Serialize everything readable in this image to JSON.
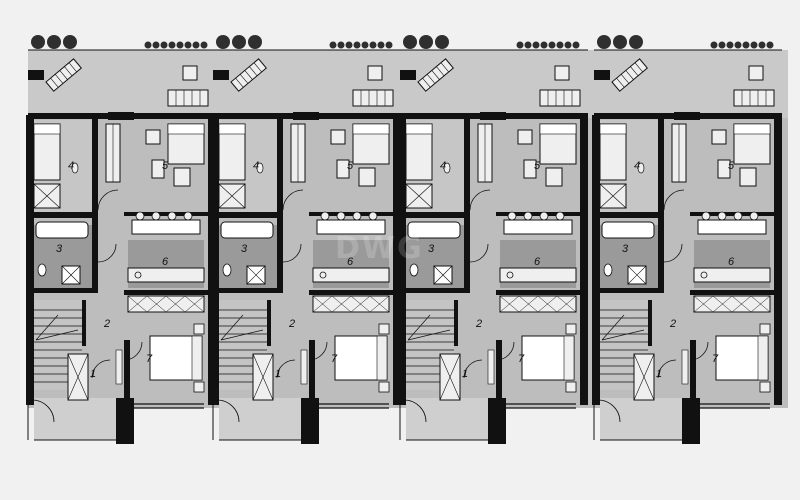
{
  "plan": {
    "units": [
      {
        "id": "unit-1",
        "rooms": {
          "r1": "1",
          "r2": "2",
          "r3": "3",
          "r4": "4",
          "r5": "5",
          "r6": "6",
          "r7": "7"
        }
      },
      {
        "id": "unit-2",
        "rooms": {
          "r1": "1",
          "r2": "2",
          "r3": "3",
          "r4": "4",
          "r5": "5",
          "r6": "6",
          "r7": "7"
        }
      },
      {
        "id": "unit-3",
        "rooms": {
          "r1": "1",
          "r2": "2",
          "r3": "3",
          "r4": "4",
          "r5": "5",
          "r6": "6",
          "r7": "7"
        }
      },
      {
        "id": "unit-4",
        "rooms": {
          "r1": "1",
          "r2": "2",
          "r3": "3",
          "r4": "4",
          "r5": "5",
          "r6": "6",
          "r7": "7"
        }
      }
    ],
    "watermark": "DWG",
    "colors": {
      "paper": "#f1f1f1",
      "terrace": "#c9c9c9",
      "interior": "#bdbdbd",
      "tiles": "#9a9a9a",
      "wall": "#111111",
      "furniture": "#efefef",
      "plants": "#2f2f2f"
    }
  }
}
